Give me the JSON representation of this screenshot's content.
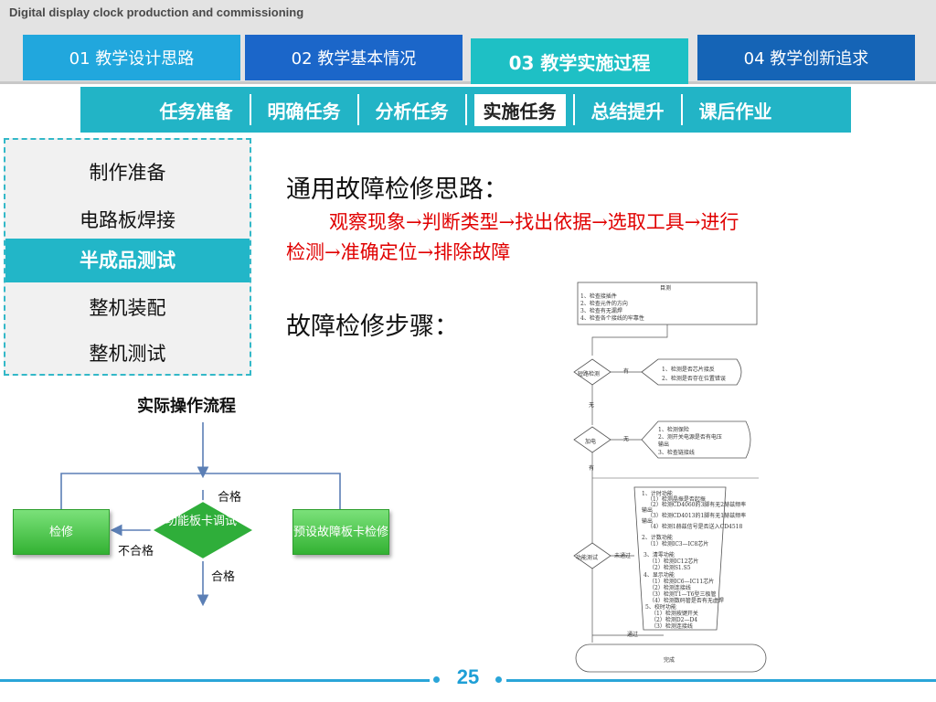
{
  "header": {
    "course_title": "Digital display clock production and commissioning",
    "tabs": [
      {
        "label": "01 教学设计思路"
      },
      {
        "label": "02 教学基本情况"
      },
      {
        "label": "03 教学实施过程"
      },
      {
        "label": "04 教学创新追求"
      }
    ],
    "active_tab": "03 教学实施过程"
  },
  "subnav": {
    "items": [
      {
        "label": "任务准备"
      },
      {
        "label": "明确任务"
      },
      {
        "label": "分析任务"
      },
      {
        "label": "实施任务"
      },
      {
        "label": "总结提升"
      },
      {
        "label": "课后作业"
      }
    ],
    "active": "实施任务"
  },
  "steps": {
    "items": [
      {
        "label": "制作准备"
      },
      {
        "label": "电路板焊接"
      },
      {
        "label": "半成品测试"
      },
      {
        "label": "整机装配"
      },
      {
        "label": "整机测试"
      }
    ],
    "active": "半成品测试"
  },
  "content": {
    "heading_general": "通用故障检修思路：",
    "general_line1": "观察现象→判断类型→找出依据→选取工具→进行",
    "general_line2": "检测→准确定位→排除故障",
    "heading_steps": "故障检修步骤："
  },
  "flowchart": {
    "title": "实际操作流程",
    "box_repair": "检修",
    "diamond": "功能板卡调试",
    "box_preset": "预设故障板卡检修",
    "label_pass_top": "合格",
    "label_fail": "不合格",
    "label_pass_bottom": "合格",
    "colors": {
      "box": "#4cc24c",
      "diamond": "#2fae3a",
      "arrow": "#5b7fb5"
    }
  },
  "detail_chart": {
    "top_box_title": "目测",
    "top_box_lines": [
      "1、检查接插件",
      "2、检查元件的方向",
      "3、检查有无漏焊",
      "4、检查各个接线的牢靠性"
    ],
    "short_circuit": "短路检测",
    "has": "有",
    "short_notes": [
      "1、检测是否芯片接反",
      "2、检测是否存在位置错误"
    ],
    "none": "无",
    "power_on": "加电",
    "power_notes": [
      "1、检测保险",
      "2、测开关电源是否有电压",
      "输出",
      "3、检查链接线"
    ],
    "func_test": "功能测试",
    "not_passed": "未通过",
    "func_notes": [
      "1、计时功能",
      "（1）检测晶振是否起振",
      "（2）检测CD4060的3脚有无2赫兹频率",
      "输出",
      "（3）检测CD4013的1脚有无1赫兹频率",
      "输出",
      "（4）检测1赫兹信号是否送入CD4518",
      "2、计数功能",
      "（1）检测IC3—IC8芯片",
      "3、清零功能",
      "（1）检测IC12芯片",
      "（2）检测S1.S5",
      "4、显示功能",
      "（1）检测IC6—IC11芯片",
      "（2）检测连接线",
      "（3）检测T1—T6型三极管",
      "（4）检测数码管是否有无虚焊",
      "5、校时功能",
      "（1）检测按键开关",
      "（2）检测D2—D4",
      "（3）检测连接线"
    ],
    "passed": "通过",
    "done": "完成"
  },
  "footer": {
    "page_number": "25",
    "accent": "#2aa5d8"
  }
}
